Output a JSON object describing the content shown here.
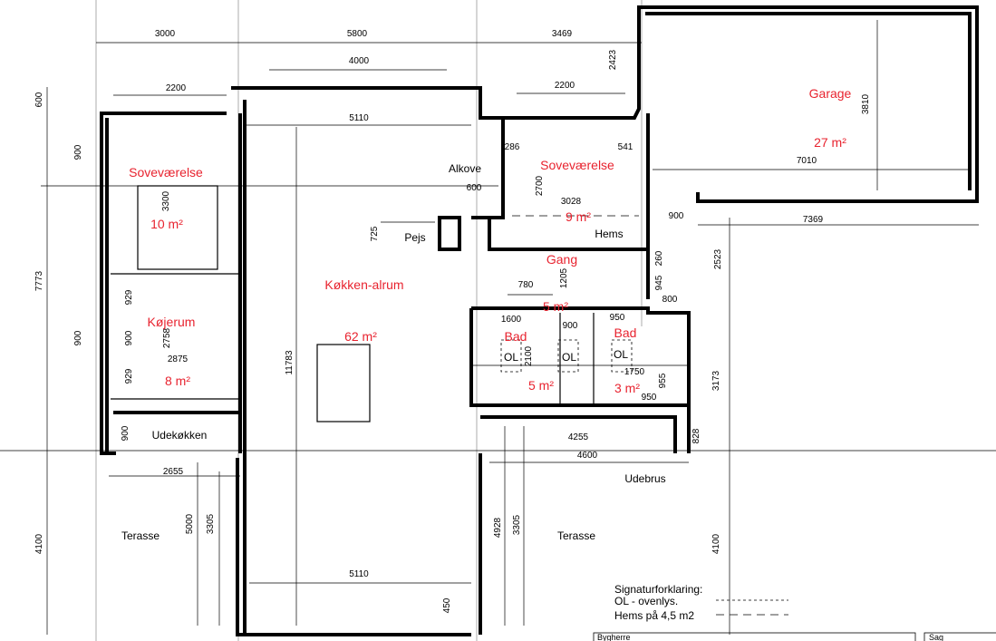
{
  "dimensions": [
    "3000",
    "5800",
    "3469",
    "4000",
    "2200",
    "2200",
    "600",
    "2423",
    "5110",
    "900",
    "3300",
    "286",
    "541",
    "600",
    "2700",
    "3028",
    "3810",
    "7010",
    "900",
    "7369",
    "725",
    "2523",
    "260",
    "945",
    "800",
    "780",
    "1205",
    "7773",
    "929",
    "900",
    "900",
    "2758",
    "2875",
    "929",
    "11783",
    "1600",
    "900",
    "950",
    "2100",
    "1750",
    "955",
    "950",
    "3173",
    "900",
    "828",
    "4255",
    "4600",
    "2655",
    "4928",
    "3305",
    "5000",
    "3305",
    "4100",
    "4100",
    "5110",
    "450"
  ],
  "rooms": [
    {
      "name": "Soveværelse",
      "area": "10 m²"
    },
    {
      "name": "Soveværelse",
      "area": "9 m²"
    },
    {
      "name": "Garage",
      "area": "27 m²"
    },
    {
      "name": "Køkken-alrum",
      "area": "62 m²"
    },
    {
      "name": "Køjerum",
      "area": "8 m²"
    },
    {
      "name": "Bad",
      "area": "5 m²"
    },
    {
      "name": "Bad",
      "area": "3 m²"
    },
    {
      "name": "Gang",
      "area": "5 m²"
    }
  ],
  "labels": [
    "Alkove",
    "Pejs",
    "Hems",
    "Udekøkken",
    "Udebrus",
    "Terasse",
    "Terasse",
    "OL",
    "OL",
    "OL"
  ],
  "legend": {
    "title": "Signaturforklaring:",
    "items": [
      "OL - ovenlys.",
      "Hems på 4,5 m2"
    ]
  },
  "title_block": {
    "client": "Bygherre",
    "project": "Sag"
  },
  "colors": {
    "room_label": "#e8232f",
    "walls": "#000000"
  }
}
